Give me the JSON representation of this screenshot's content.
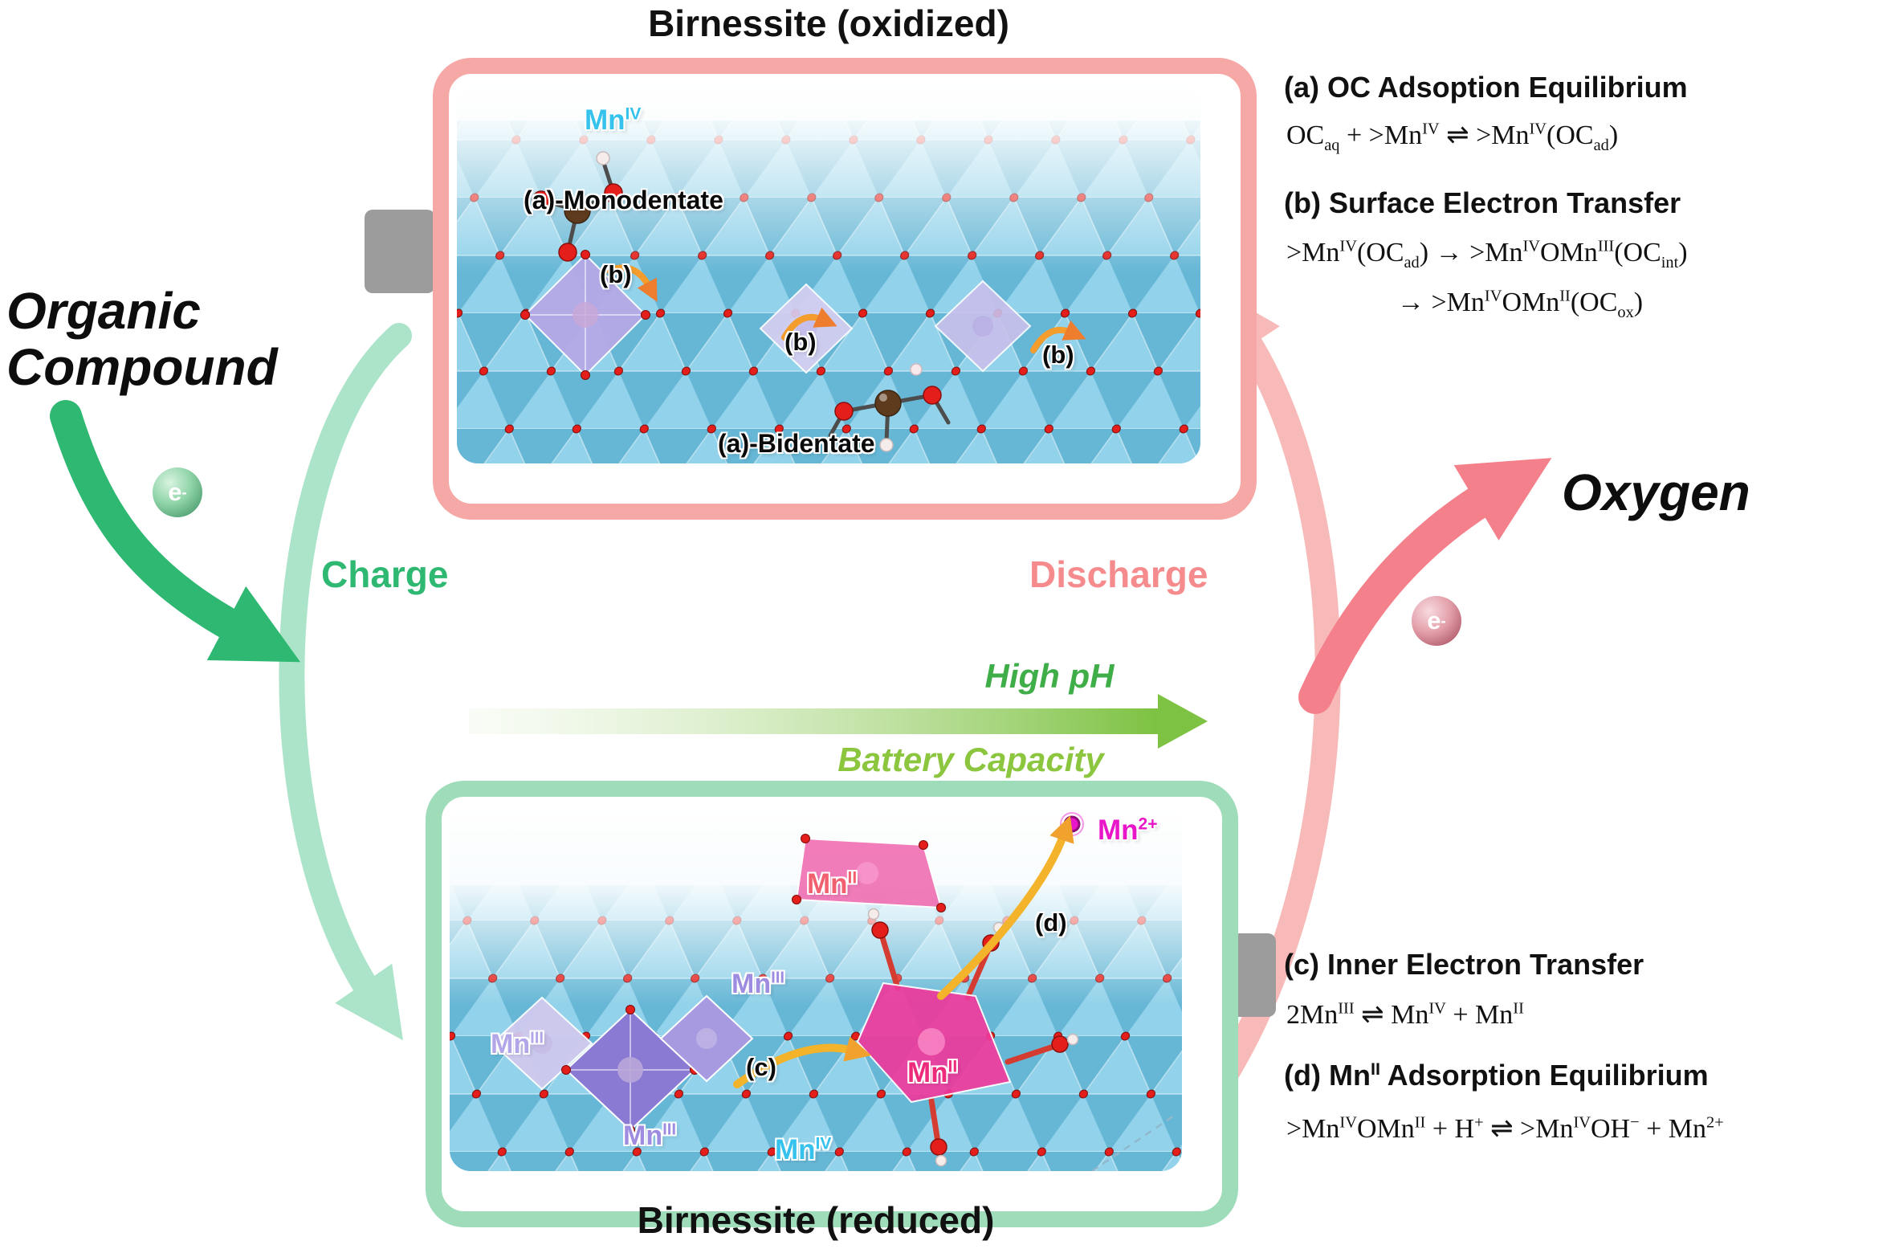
{
  "titles": {
    "oxidized": "Birnessite (oxidized)",
    "reduced": "Birnessite (reduced)"
  },
  "left": {
    "organic1": "Organic",
    "organic2": "Compound"
  },
  "electron": [
    {
      "text": "e"
    },
    {
      "sup": "-"
    }
  ],
  "cycle": {
    "charge": "Charge",
    "discharge": "Discharge",
    "oxygen": "Oxygen",
    "high_ph": "High pH",
    "battery_capacity": "Battery Capacity"
  },
  "top_panel": {
    "mn4": [
      {
        "text": "Mn"
      },
      {
        "sup": "IV"
      }
    ],
    "monodentate": "(a)-Monodentate",
    "b1": "(b)",
    "b2": "(b)",
    "b3": "(b)",
    "bidentate": "(a)-Bidentate"
  },
  "bottom_panel": {
    "mn2_floating": [
      {
        "text": "Mn"
      },
      {
        "sup": "II"
      }
    ],
    "mn2_plus": [
      {
        "text": "Mn"
      },
      {
        "sup": "2+"
      }
    ],
    "d": "(d)",
    "c": "(c)",
    "mn3_upper": [
      {
        "text": "Mn"
      },
      {
        "sup": "III"
      }
    ],
    "mn3_left": [
      {
        "text": "Mn"
      },
      {
        "sup": "III"
      }
    ],
    "mn3_lower": [
      {
        "text": "Mn"
      },
      {
        "sup": "III"
      }
    ],
    "mn2_lattice": [
      {
        "text": "Mn"
      },
      {
        "sup": "II"
      }
    ],
    "mn4": [
      {
        "text": "Mn"
      },
      {
        "sup": "IV"
      }
    ]
  },
  "reactions": {
    "a_heading": "(a) OC Adsoption Equilibrium",
    "a_eq": [
      {
        "text": "OC"
      },
      {
        "sub": "aq"
      },
      {
        "text": " + >Mn"
      },
      {
        "sup": "IV"
      },
      {
        "text": " ⇌ >Mn"
      },
      {
        "sup": "IV"
      },
      {
        "text": "(OC"
      },
      {
        "sub": "ad"
      },
      {
        "text": ")"
      }
    ],
    "b_heading": "(b) Surface Electron Transfer",
    "b_eq1": [
      {
        "text": ">Mn"
      },
      {
        "sup": "IV"
      },
      {
        "text": "(OC"
      },
      {
        "sub": "ad"
      },
      {
        "text": ") → >Mn"
      },
      {
        "sup": "IV"
      },
      {
        "text": "OMn"
      },
      {
        "sup": "III"
      },
      {
        "text": "(OC"
      },
      {
        "sub": "int"
      },
      {
        "text": ")"
      }
    ],
    "b_eq2": [
      {
        "text": "→ >Mn"
      },
      {
        "sup": "IV"
      },
      {
        "text": "OMn"
      },
      {
        "sup": "II"
      },
      {
        "text": "(OC"
      },
      {
        "sub": "ox"
      },
      {
        "text": ")"
      }
    ],
    "c_heading": "(c) Inner Electron Transfer",
    "c_eq": [
      {
        "text": "2Mn"
      },
      {
        "sup": "III"
      },
      {
        "text": " ⇌ Mn"
      },
      {
        "sup": "IV"
      },
      {
        "text": " + Mn"
      },
      {
        "sup": "II"
      }
    ],
    "d_heading": [
      {
        "text": "(d) Mn"
      },
      {
        "sup": "II"
      },
      {
        "text": " Adsorption Equilibrium"
      }
    ],
    "d_eq": [
      {
        "text": ">Mn"
      },
      {
        "sup": "IV"
      },
      {
        "text": "OMn"
      },
      {
        "sup": "II"
      },
      {
        "text": " + H"
      },
      {
        "sup": "+"
      },
      {
        "text": " ⇌ >Mn"
      },
      {
        "sup": "IV"
      },
      {
        "text": "OH"
      },
      {
        "sup": "−"
      },
      {
        "text": " + Mn"
      },
      {
        "sup": "2+"
      }
    ]
  },
  "colors": {
    "frame_oxidized": "#f5a8a5",
    "frame_reduced": "#9fdcba",
    "charge": "#2eb872",
    "discharge": "#f68b8d",
    "high_ph": "#3fae49",
    "battery_capacity": "#8cc63f",
    "mn4": "#35c2ec",
    "mn3": "#9e8ce0",
    "mn2_lattice": "#ee2a7b",
    "mn2_plus": "#e816c8",
    "oxygen_atom": "#e41e1a"
  }
}
